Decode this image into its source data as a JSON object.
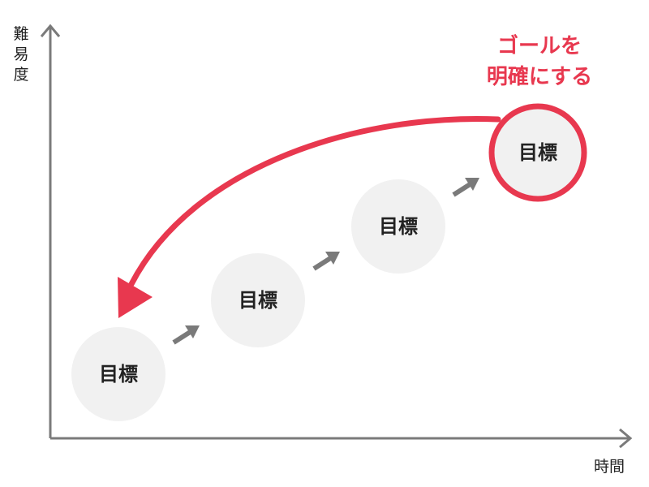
{
  "axes": {
    "y_label": "難易度",
    "x_label": "時間"
  },
  "goal": {
    "line1": "ゴールを",
    "line2": "明確にする",
    "color": "#e8384f"
  },
  "nodes": [
    {
      "label": "目標"
    },
    {
      "label": "目標"
    },
    {
      "label": "目標"
    },
    {
      "label": "目標",
      "highlighted": true
    }
  ],
  "colors": {
    "axis": "#7a7a7a",
    "node_fill": "#f1f1f1",
    "step_arrow": "#7a7a7a",
    "accent": "#e8384f"
  }
}
